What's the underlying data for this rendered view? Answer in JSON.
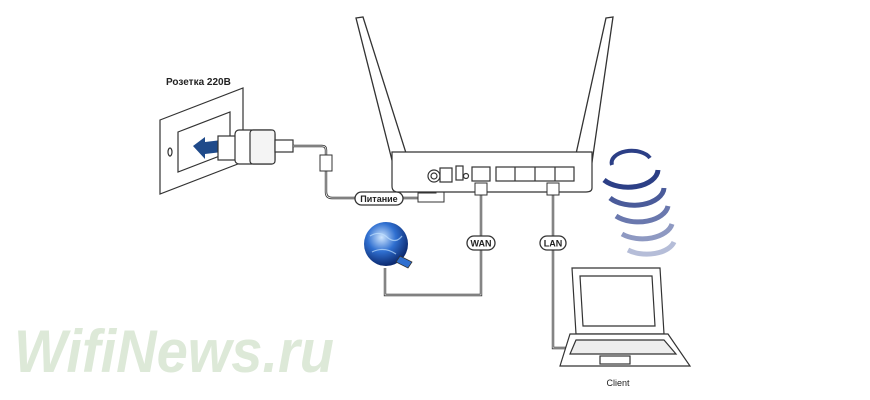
{
  "watermark": "WifiNews.ru",
  "labels": {
    "socket": "Розетка 220В",
    "power": "Питание",
    "wan": "WAN",
    "lan": "LAN",
    "client": "Client"
  },
  "colors": {
    "watermark": "#dde9d8",
    "line": "#333333",
    "wifi": "#3a4f8f",
    "arrow": "#1f4a8a"
  }
}
